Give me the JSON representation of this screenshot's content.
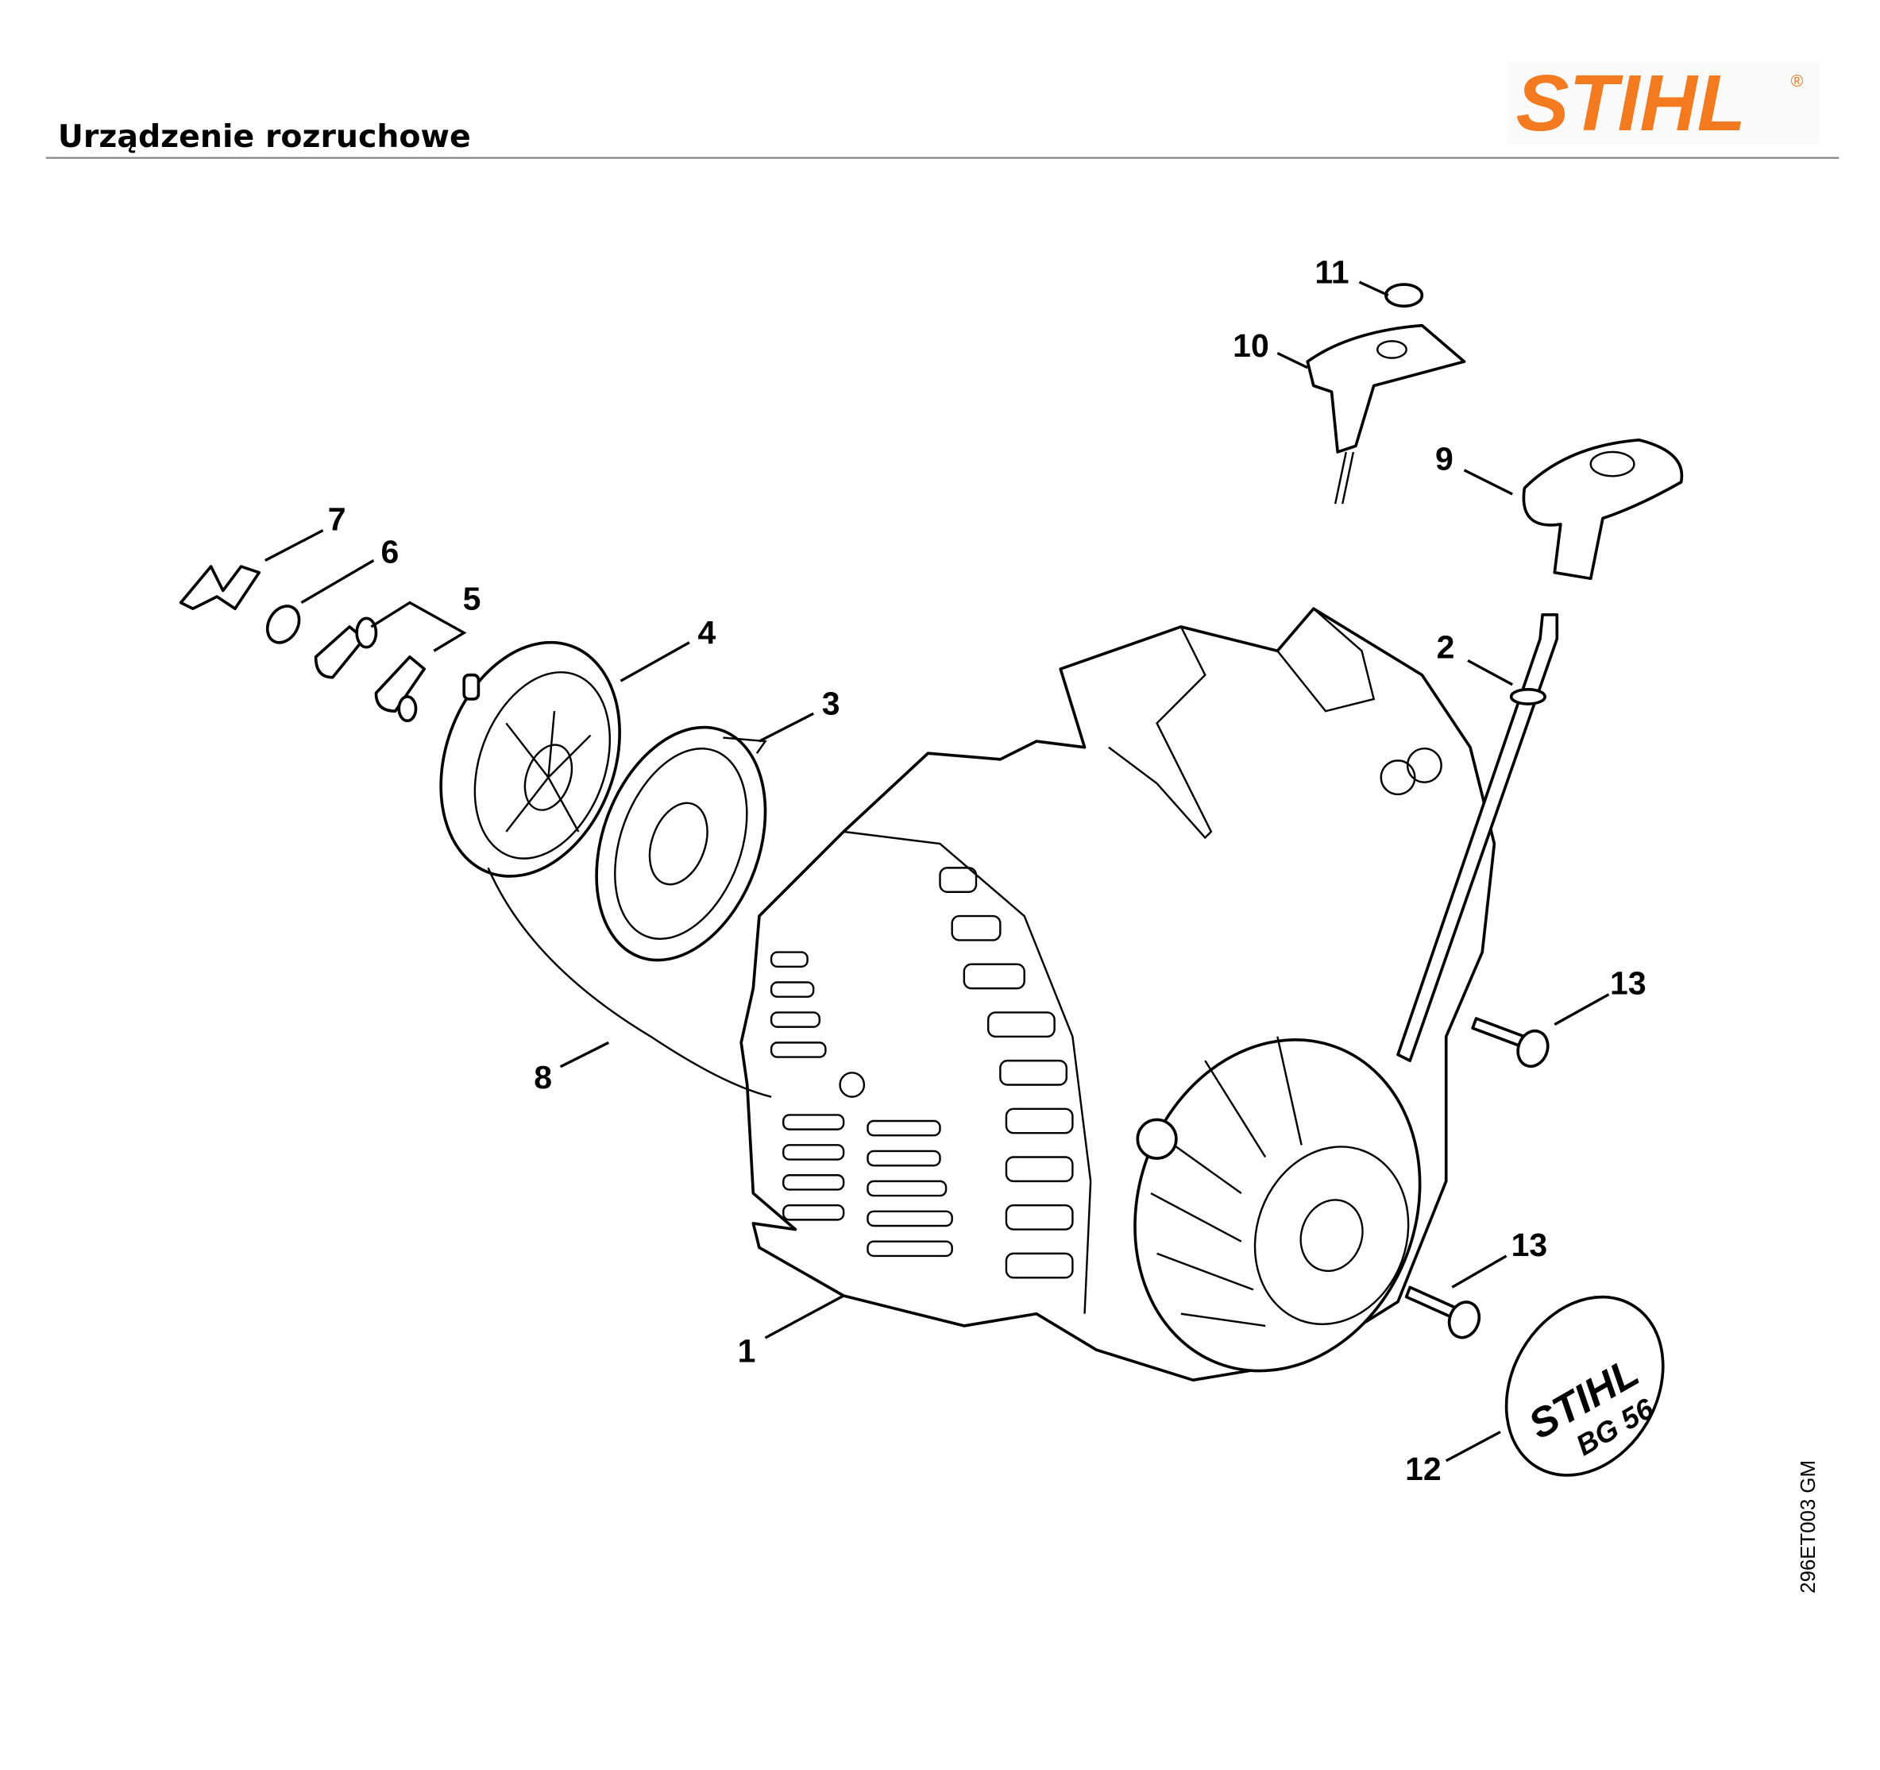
{
  "header": {
    "title": "Urządzenie rozruchowe",
    "logo_text": "STIHL",
    "logo_registered": "®",
    "brand_color": "#f37a1f"
  },
  "diagram": {
    "drawing_code": "296ET003 GM",
    "cover_badge": {
      "brand": "STIHL",
      "model": "BG 56"
    },
    "callouts": [
      "1",
      "2",
      "3",
      "4",
      "5",
      "6",
      "7",
      "8",
      "9",
      "10",
      "11",
      "12",
      "13",
      "13"
    ]
  }
}
